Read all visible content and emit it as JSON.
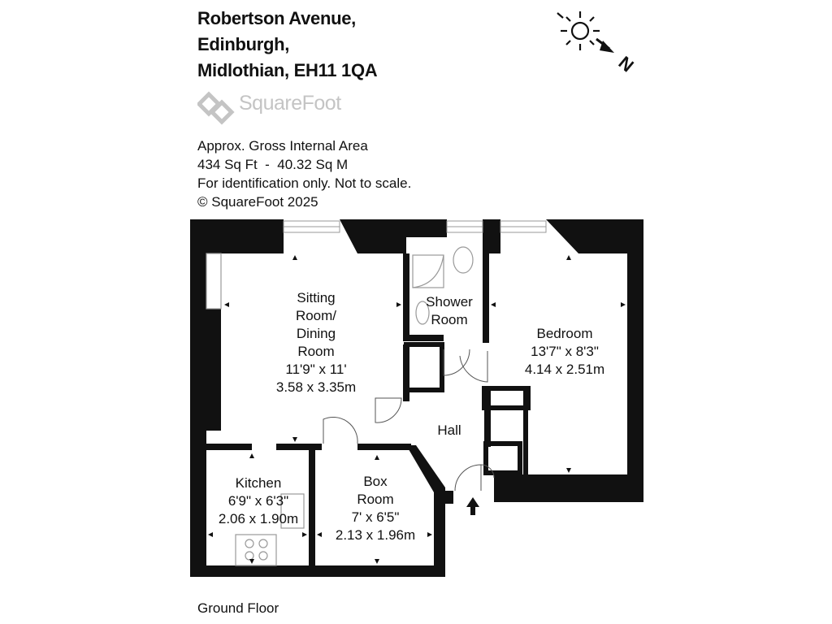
{
  "address": {
    "line1": "Robertson Avenue,",
    "line2": "Edinburgh,",
    "line3": "Midlothian, EH11 1QA"
  },
  "brand": {
    "name": "SquareFoot",
    "logo_icon": "squarefoot-logo-icon",
    "color": "#c4c4c4"
  },
  "info": {
    "area_title": "Approx. Gross Internal Area",
    "area_value": "434 Sq Ft  -  40.32 Sq M",
    "disclaimer": "For identification only. Not to scale.",
    "copyright": "© SquareFoot 2025"
  },
  "compass": {
    "sun_icon": "sun-icon",
    "arrow_icon": "north-arrow-icon",
    "label": "N"
  },
  "rooms": {
    "sitting": {
      "name1": "Sitting",
      "name2": "Room/",
      "name3": "Dining",
      "name4": "Room",
      "imperial": "11'9\" x 11'",
      "metric": "3.58 x 3.35m"
    },
    "shower": {
      "name1": "Shower",
      "name2": "Room"
    },
    "bedroom": {
      "name": "Bedroom",
      "imperial": "13'7\" x 8'3\"",
      "metric": "4.14 x 2.51m"
    },
    "hall": {
      "name": "Hall"
    },
    "kitchen": {
      "name": "Kitchen",
      "imperial": "6'9\" x 6'3\"",
      "metric": "2.06 x 1.90m"
    },
    "boxroom": {
      "name1": "Box",
      "name2": "Room",
      "imperial": "7' x 6'5\"",
      "metric": "2.13 x 1.96m"
    }
  },
  "floor_label": "Ground Floor",
  "colors": {
    "wall": "#111111",
    "text": "#111111",
    "logo": "#c4c4c4"
  }
}
